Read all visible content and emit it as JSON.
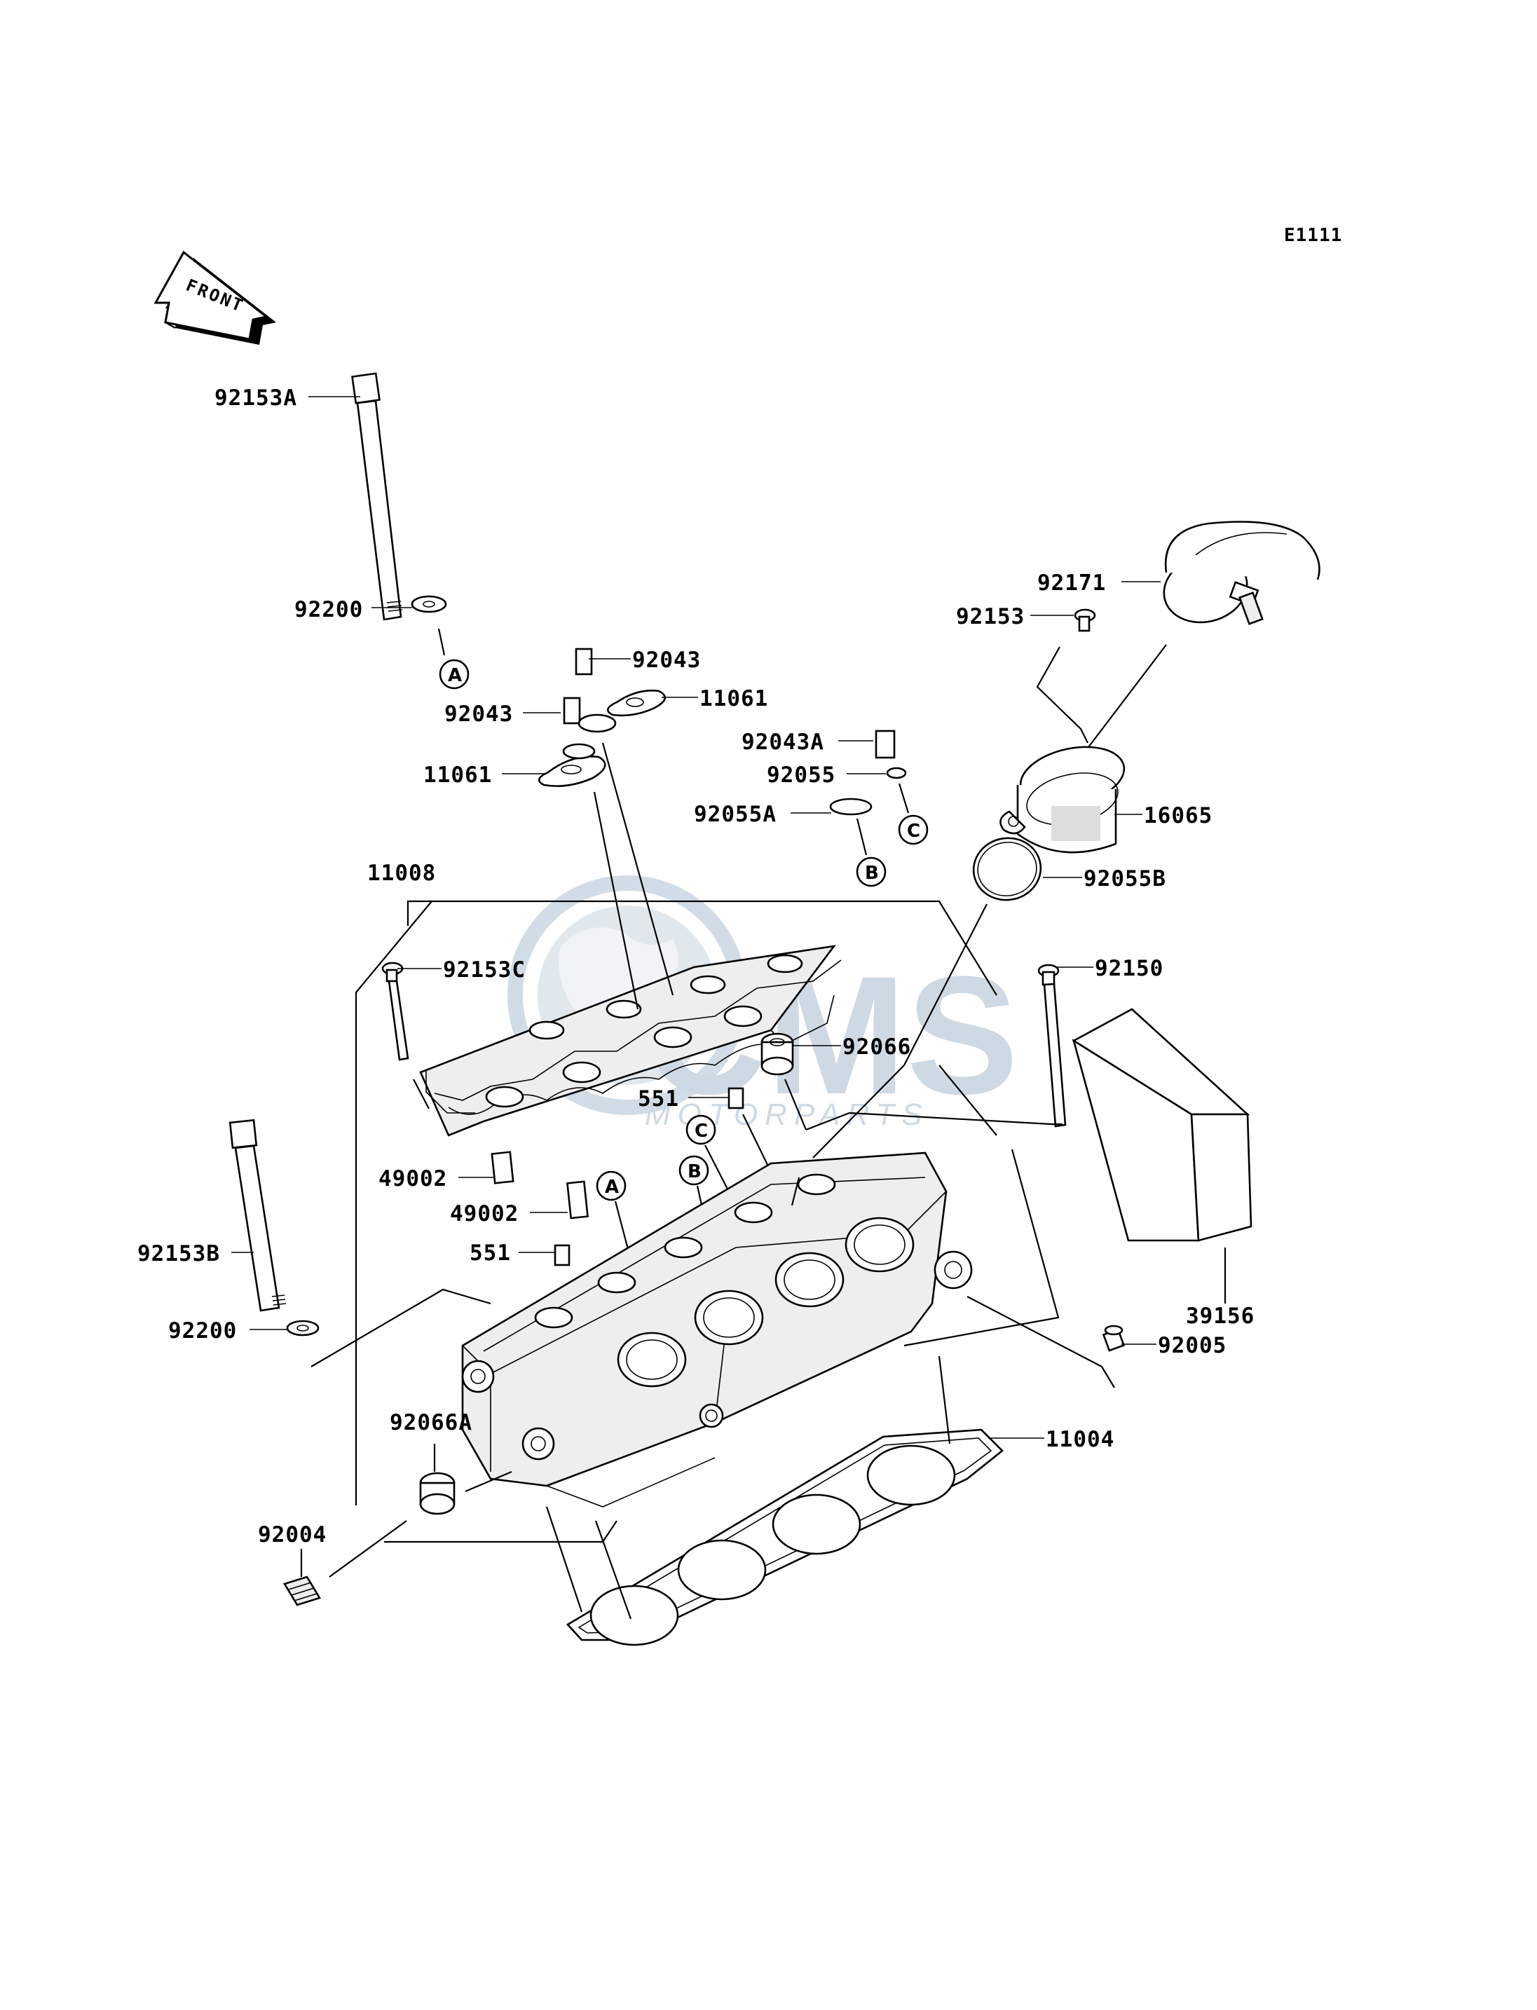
{
  "diagram": {
    "code": "E1111",
    "front_label": "FRONT",
    "watermark": {
      "brand": "CMS",
      "subtitle": "MOTORPARTS"
    }
  },
  "callouts": [
    {
      "id": "92153A",
      "label": "92153A"
    },
    {
      "id": "92200a",
      "label": "92200"
    },
    {
      "id": "92043a",
      "label": "92043"
    },
    {
      "id": "92043b",
      "label": "92043"
    },
    {
      "id": "11061a",
      "label": "11061"
    },
    {
      "id": "11061b",
      "label": "11061"
    },
    {
      "id": "92043A",
      "label": "92043A"
    },
    {
      "id": "92055",
      "label": "92055"
    },
    {
      "id": "92055A",
      "label": "92055A"
    },
    {
      "id": "92171",
      "label": "92171"
    },
    {
      "id": "92153",
      "label": "92153"
    },
    {
      "id": "16065",
      "label": "16065"
    },
    {
      "id": "92055B",
      "label": "92055B"
    },
    {
      "id": "11008",
      "label": "11008"
    },
    {
      "id": "92153C",
      "label": "92153C"
    },
    {
      "id": "92150",
      "label": "92150"
    },
    {
      "id": "92066",
      "label": "92066"
    },
    {
      "id": "551a",
      "label": "551"
    },
    {
      "id": "551b",
      "label": "551"
    },
    {
      "id": "49002a",
      "label": "49002"
    },
    {
      "id": "49002b",
      "label": "49002"
    },
    {
      "id": "92153B",
      "label": "92153B"
    },
    {
      "id": "92200b",
      "label": "92200"
    },
    {
      "id": "39156",
      "label": "39156"
    },
    {
      "id": "92005",
      "label": "92005"
    },
    {
      "id": "92066A",
      "label": "92066A"
    },
    {
      "id": "11004",
      "label": "11004"
    },
    {
      "id": "92004",
      "label": "92004"
    }
  ],
  "reference_markers": [
    "A",
    "B",
    "C",
    "A",
    "B",
    "C"
  ]
}
